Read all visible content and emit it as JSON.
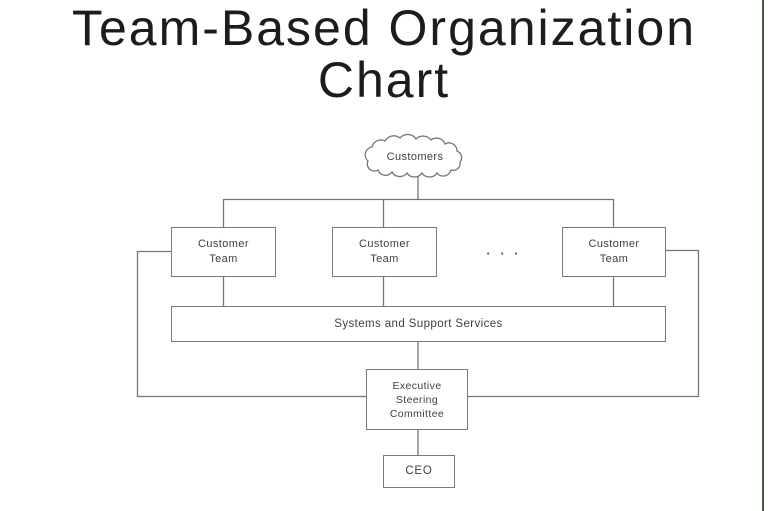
{
  "page_title": "Team-Based Organization\nChart",
  "diagram": {
    "customers_cloud": {
      "label": "Customers"
    },
    "customer_teams": [
      {
        "label": "Customer\nTeam"
      },
      {
        "label": "Customer\nTeam"
      },
      {
        "label": "Customer\nTeam"
      }
    ],
    "ellipsis": "· · ·",
    "systems_box": {
      "label": "Systems and Support Services"
    },
    "steering_box": {
      "label": "Executive\nSteering\nCommittee"
    },
    "ceo_box": {
      "label": "CEO"
    },
    "colors": {
      "connector": "#757575",
      "node_border": "#7a7a7a",
      "node_text": "#404040",
      "title_text": "#1c1c1c",
      "right_edge_accent": "#42603f",
      "background": "#ffffff"
    }
  }
}
